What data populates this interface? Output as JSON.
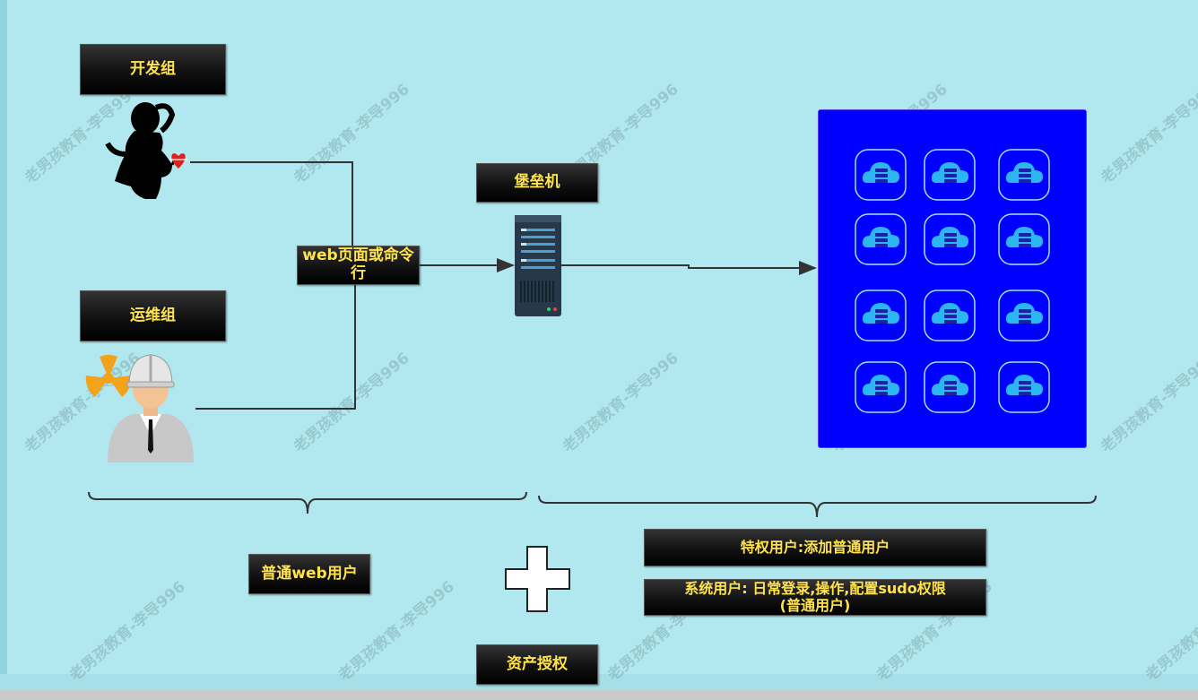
{
  "labels": {
    "dev_group": "开发组",
    "ops_group": "运维组",
    "access": "web页面或命令行",
    "bastion": "堡垒机",
    "web_user": "普通web用户",
    "privileged_user": "特权用户:添加普通用户",
    "system_user": "系统用户: 日常登录,操作,配置sudo权限(普通用户)",
    "asset_auth": "资产授权"
  },
  "watermark": "老男孩教育-李导996",
  "colors": {
    "background": "#b1e8ef",
    "label_text": "#ffe34d",
    "asset_panel": "#0000ff",
    "cloud_icon": "#2db4f2"
  },
  "assets": {
    "rows": 4,
    "cols": 3,
    "icon": "cloud-server-icon"
  }
}
